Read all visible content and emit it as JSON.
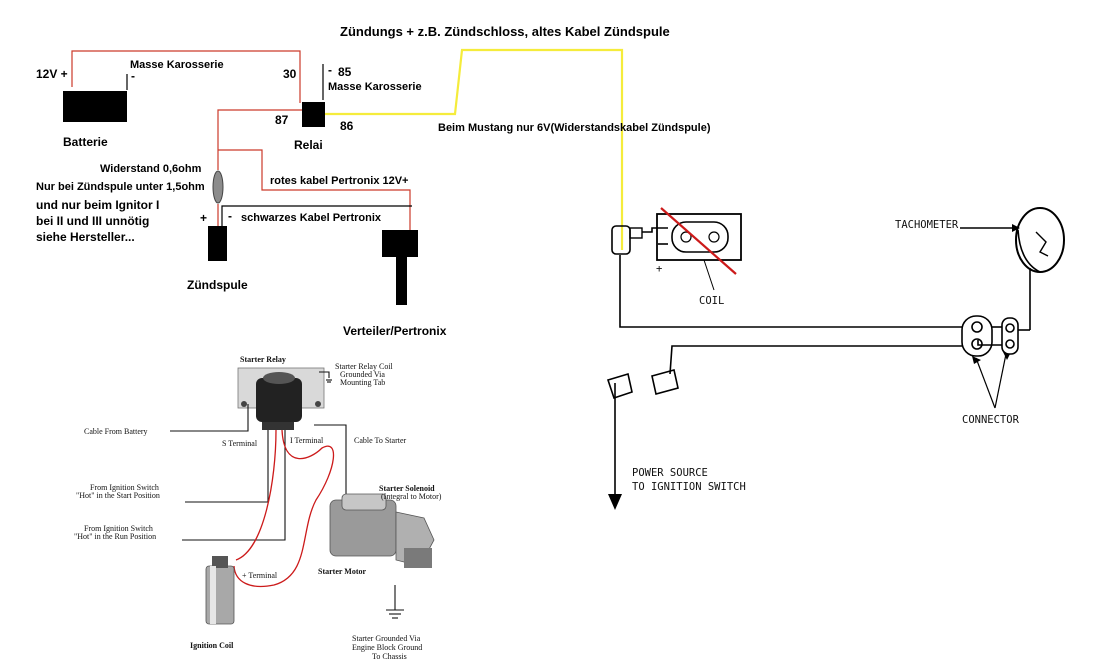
{
  "top": {
    "title": "Zündungs + z.B. Zündschloss, altes Kabel Zündspule",
    "battery_plus": "12V +",
    "battery_minus": "-",
    "ground_body_1": "Masse Karosserie",
    "battery": "Batterie",
    "pin30": "30",
    "pin85": "85",
    "relay_minus": "-",
    "ground_body_2": "Masse Karosserie",
    "pin87": "87",
    "pin86": "86",
    "relay": "Relai",
    "mustang_note": "Beim Mustang nur 6V(Widerstandskabel Zündspule)",
    "resistor": "Widerstand 0,6ohm",
    "note1": "Nur bei Zündspule unter 1,5ohm",
    "note2": "und nur beim Ignitor I",
    "note3": "bei II und III unnötig",
    "note4": "siehe Hersteller...",
    "red_wire": "rotes kabel Pertronix 12V+",
    "coil_plus": "+",
    "coil_minus": "-",
    "black_wire": "schwarzes Kabel Pertronix",
    "coil": "Zündspule",
    "distributor": "Verteiler/Pertronix"
  },
  "bottom": {
    "starter_relay": "Starter Relay",
    "relay_coil1": "Starter Relay Coil",
    "relay_coil2": "Grounded Via",
    "relay_coil3": "Mounting Tab",
    "cable_battery": "Cable From Battery",
    "s_terminal": "S Terminal",
    "i_terminal": "I Terminal",
    "cable_starter": "Cable To Starter",
    "ign_start1": "From Ignition Switch",
    "ign_start2": "\"Hot\" in the Start Position",
    "ign_run1": "From Ignition Switch",
    "ign_run2": "\"Hot\" in the Run Position",
    "solenoid1": "Starter Solenoid",
    "solenoid2": "(Integral to Motor)",
    "plus_terminal": "+ Terminal",
    "starter_motor": "Starter Motor",
    "ignition_coil": "Ignition Coil",
    "ground1": "Starter Grounded Via",
    "ground2": "Engine Block Ground",
    "ground3": "To Chassis"
  },
  "right": {
    "tachometer": "TACHOMETER",
    "coil": "COIL",
    "plus": "+",
    "connector": "CONNECTOR",
    "power1": "POWER SOURCE",
    "power2": "TO IGNITION SWITCH"
  },
  "colors": {
    "red": "#cc1a1a",
    "yellow": "#f5ec3b",
    "black": "#000000"
  }
}
